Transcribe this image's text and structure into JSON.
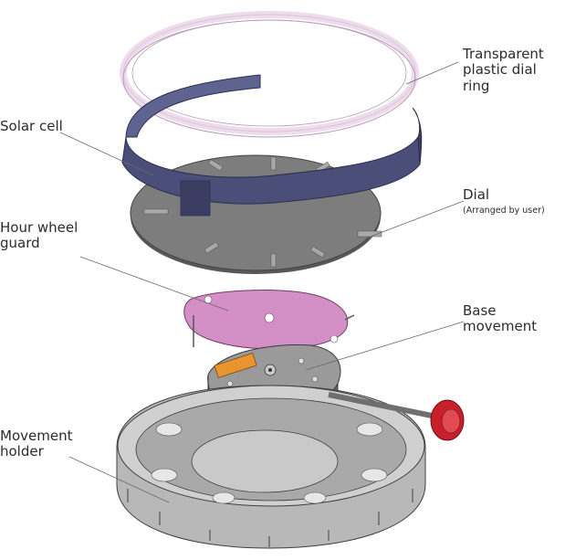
{
  "labels": {
    "dial_ring_line1": "Transparent",
    "dial_ring_line2": "plastic dial ring",
    "solar_cell": "Solar cell",
    "dial": "Dial",
    "dial_note": "(Arranged by user)",
    "hour_wheel_line1": "Hour wheel",
    "hour_wheel_line2": "guard",
    "base_line1": "Base",
    "base_line2": "movement",
    "holder_line1": "Movement",
    "holder_line2": "holder"
  },
  "colors": {
    "ring": "#e9d3e6",
    "solar": "#4a4e78",
    "dial": "#7d7d7d",
    "guard": "#d38fc6",
    "movement": "#8e8e8e",
    "gear_accent": "#e89530",
    "crown": "#c8202a",
    "holder": "#c4c4c4"
  }
}
